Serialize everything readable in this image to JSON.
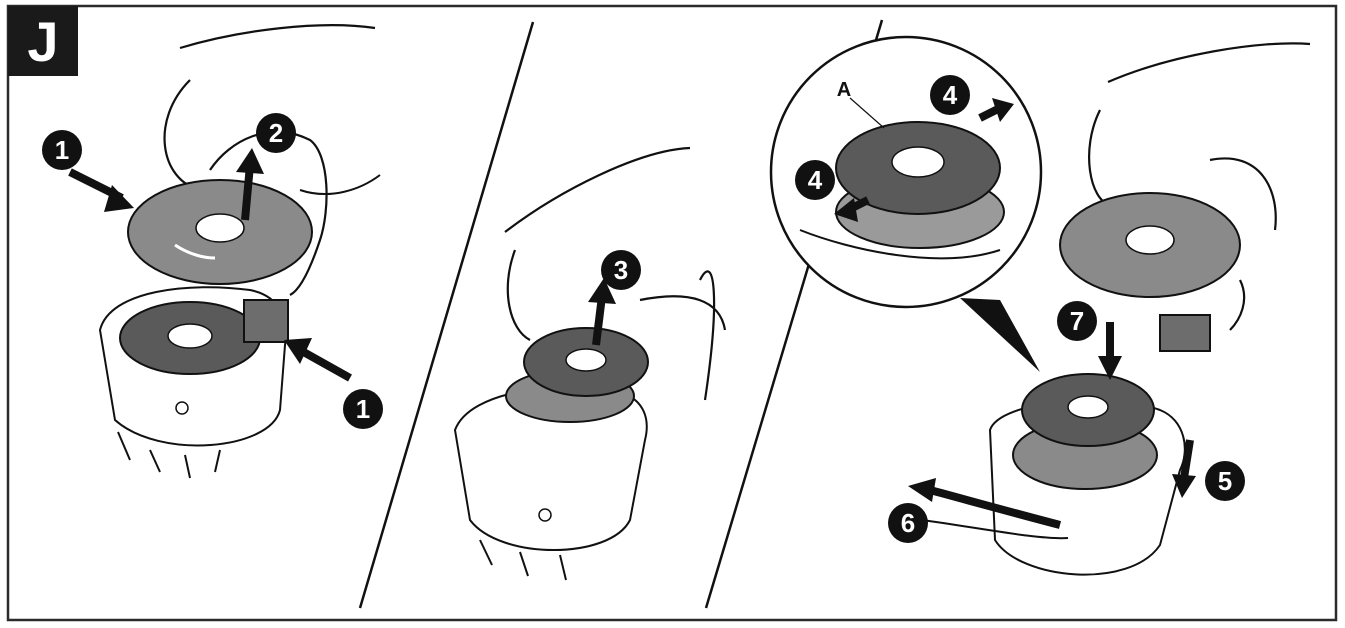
{
  "figure": {
    "letter": "J",
    "callout_label": "A"
  },
  "steps": [
    {
      "number": "1"
    },
    {
      "number": "2"
    },
    {
      "number": "1"
    },
    {
      "number": "3"
    },
    {
      "number": "4"
    },
    {
      "number": "4"
    },
    {
      "number": "7"
    },
    {
      "number": "5"
    },
    {
      "number": "6"
    }
  ],
  "colors": {
    "frame": "#2b2b2b",
    "spool_gray": "#6d6d6d",
    "cap_gray": "#8a8a8a",
    "ink": "#111111"
  }
}
